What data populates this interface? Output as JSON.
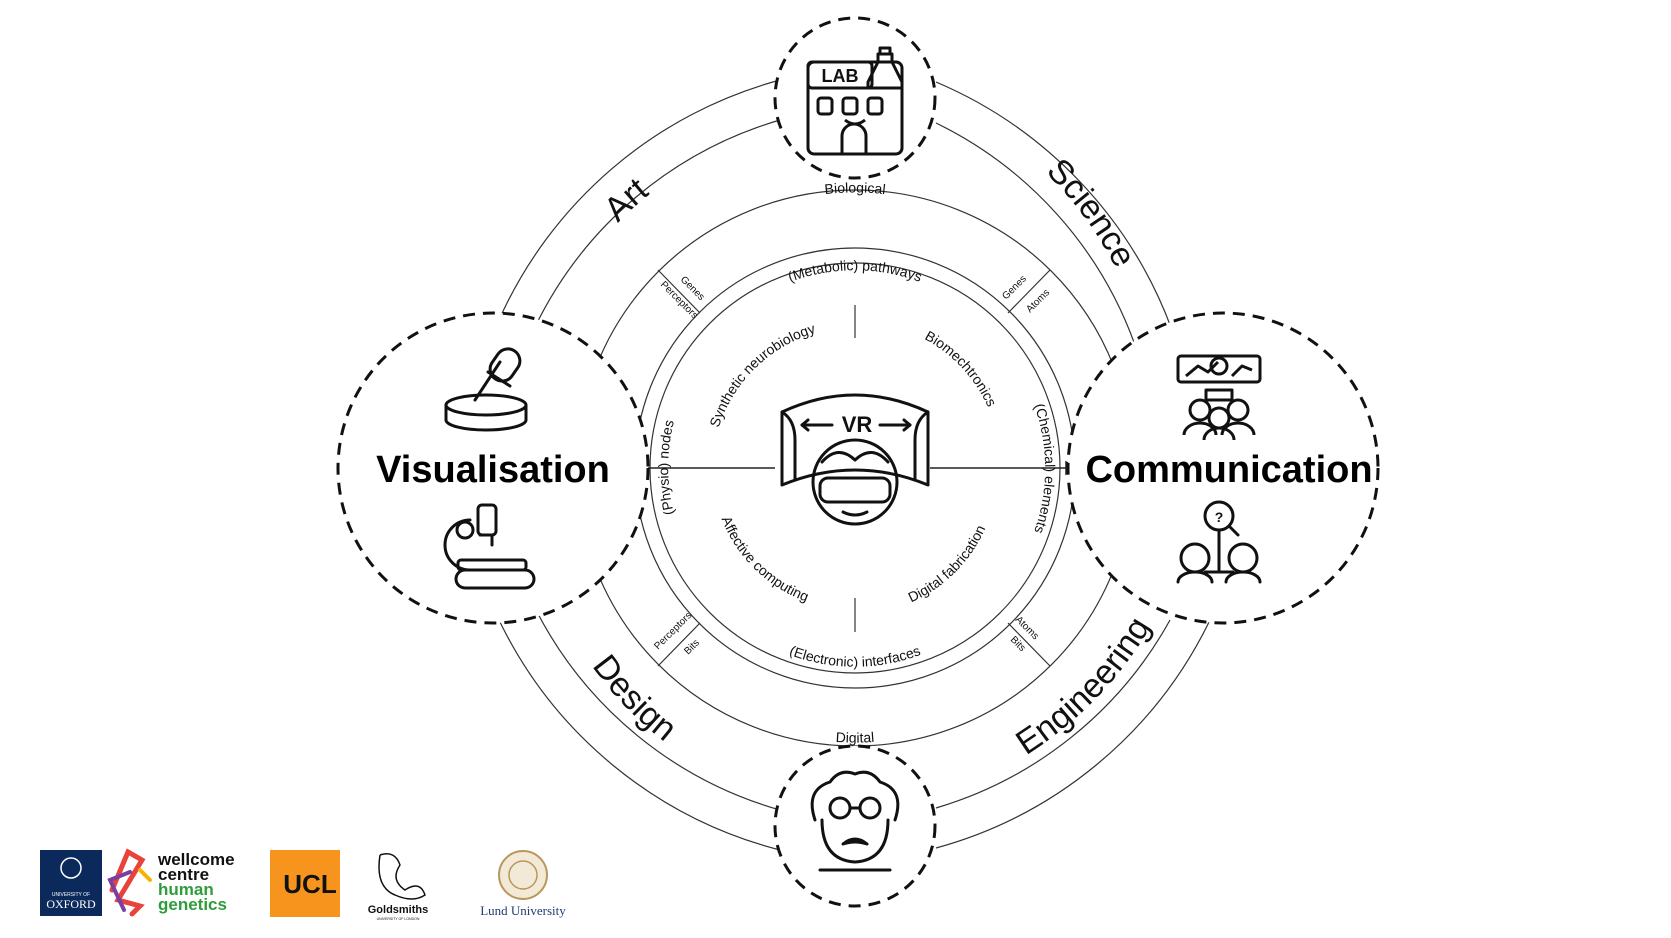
{
  "hubs": {
    "left": "Visualisation",
    "right": "Communication",
    "center_icon": "VR"
  },
  "disciplines": {
    "top_left": "Art",
    "top_right": "Science",
    "bottom_left": "Design",
    "bottom_right": "Engineering"
  },
  "ring": {
    "top": "Biological",
    "bottom": "Digital"
  },
  "inner_ring": {
    "top": "(Metabolic) pathways",
    "bottom": "(Electronic) interfaces",
    "left": "(Physio) nodes",
    "right": "(Chemical) elements"
  },
  "quadrants": {
    "top_left": "Synthetic neurobiology",
    "top_right": "Biomechtronics",
    "bottom_left": "Affective computing",
    "bottom_right": "Digital fabrication"
  },
  "spokes": {
    "top_left": [
      "Genes",
      "Perceptors"
    ],
    "top_right": [
      "Genes",
      "Atoms"
    ],
    "bottom_left": [
      "Perceptors",
      "Bits"
    ],
    "bottom_right": [
      "Atoms",
      "Bits"
    ]
  },
  "icons": {
    "top": "lab-building-icon",
    "left_top": "petri-dish-pipette-icon",
    "left_bottom": "microscope-icon",
    "right_top": "audience-presentation-icon",
    "right_bottom": "people-question-icon",
    "bottom": "scientist-face-icon",
    "center": "vr-headset-person-icon",
    "lab_sign": "LAB"
  },
  "logos": {
    "oxford_small": "UNIVERSITY OF",
    "oxford": "OXFORD",
    "wellcome": [
      "wellcome",
      "centre",
      "human",
      "genetics"
    ],
    "ucl": "UCL",
    "goldsmiths": "Goldsmiths",
    "goldsmiths_sub": "UNIVERSITY OF LONDON",
    "lund": "Lund University"
  }
}
